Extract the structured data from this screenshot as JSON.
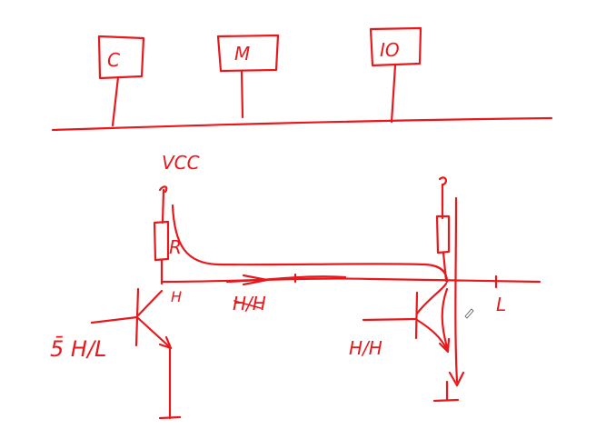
{
  "labels": {
    "box_cpu": "C",
    "box_memory": "M",
    "box_io": "IO",
    "vcc": "VCC",
    "resistor_left": "R",
    "node_h": "H",
    "bus_state": "H/H",
    "input_left": "5̄ H/L",
    "io_state": "H/H",
    "bus_right_state": "L"
  },
  "colors": {
    "ink": "#e8191c",
    "background": "#ffffff"
  }
}
